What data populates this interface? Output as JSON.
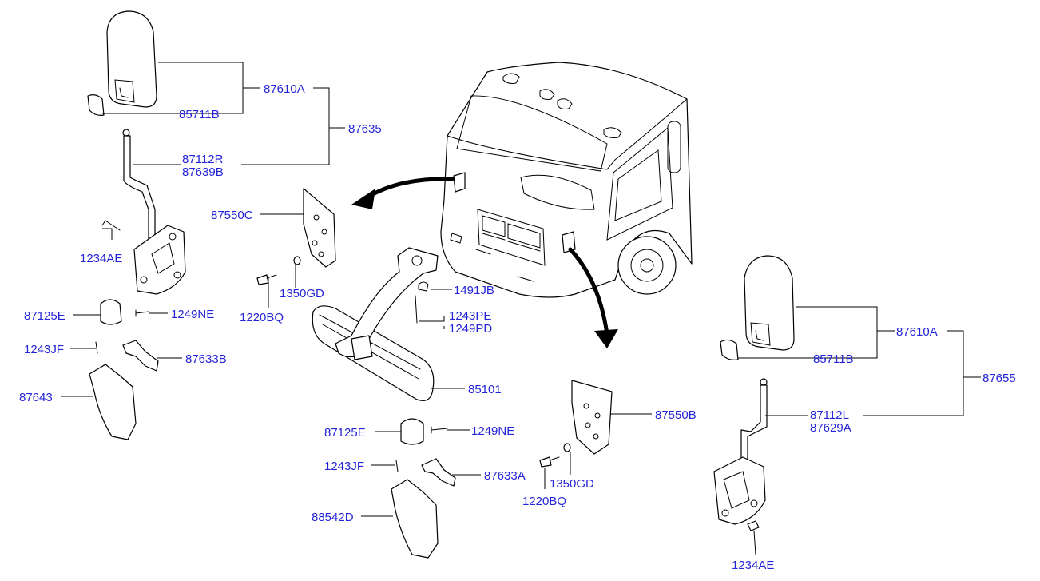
{
  "labels": {
    "l_87610A_top": "87610A",
    "l_85711B_top": "85711B",
    "l_87635": "87635",
    "l_87112R": "87112R",
    "l_87639B": "87639B",
    "l_1234AE_left": "1234AE",
    "l_87125E_left": "87125E",
    "l_1249NE_left": "1249NE",
    "l_1243JF_left": "1243JF",
    "l_87633B": "87633B",
    "l_87643": "87643",
    "l_87550C": "87550C",
    "l_1220BQ_left": "1220BQ",
    "l_1350GD_left": "1350GD",
    "l_1491JB": "1491JB",
    "l_1243PE": "1243PE",
    "l_1249PD": "1249PD",
    "l_85101": "85101",
    "l_87125E_mid": "87125E",
    "l_1249NE_mid": "1249NE",
    "l_1243JF_mid": "1243JF",
    "l_87633A": "87633A",
    "l_88542D": "88542D",
    "l_87550B": "87550B",
    "l_1220BQ_right": "1220BQ",
    "l_1350GD_right": "1350GD",
    "l_87610A_right": "87610A",
    "l_85711B_right": "85711B",
    "l_87655": "87655",
    "l_87112L": "87112L",
    "l_87629A": "87629A",
    "l_1234AE_right": "1234AE"
  },
  "colors": {
    "label": "#2525d8",
    "line": "#000000",
    "background": "#ffffff"
  }
}
